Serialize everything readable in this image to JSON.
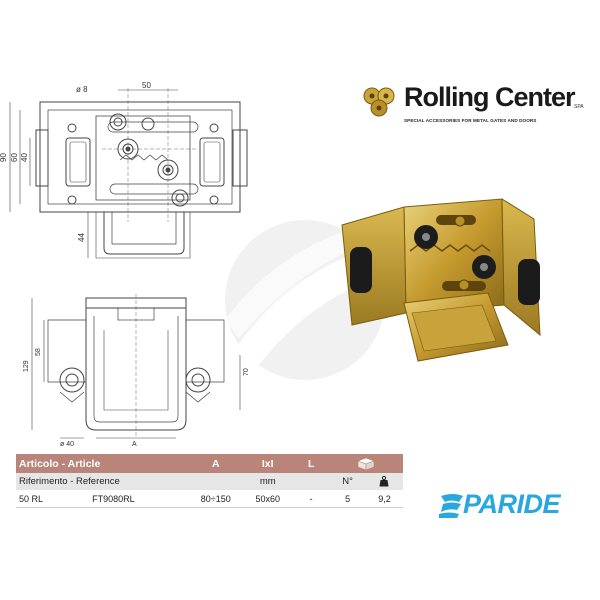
{
  "brand": {
    "name": "Rolling Center",
    "suffix": "SPA",
    "tagline": "SPECIAL ACCESSORIES FOR METAL GATES AND DOORS"
  },
  "drawing_top": {
    "dimensions": [
      "ø 8",
      "50",
      "90",
      "60",
      "40",
      "44"
    ]
  },
  "drawing_bottom": {
    "dimensions": [
      "129",
      "58",
      "70",
      "ø 40",
      "A"
    ]
  },
  "table": {
    "header": {
      "article": "Articolo - Article",
      "a": "A",
      "ixi": "IxI",
      "l": "L"
    },
    "subheader": {
      "reference": "Riferimento - Reference",
      "unit": "mm",
      "qty": "N°"
    },
    "rows": [
      {
        "article": "50 RL",
        "reference": "FT9080RL",
        "a": "80÷150",
        "ixi": "50x60",
        "l": "-",
        "qty": "5",
        "weight": "9,2"
      }
    ]
  },
  "seller": {
    "name": "PARIDE"
  },
  "colors": {
    "table_header": "#b9857b",
    "paride_blue": "#29a7df",
    "brass": "#c9a43c"
  }
}
